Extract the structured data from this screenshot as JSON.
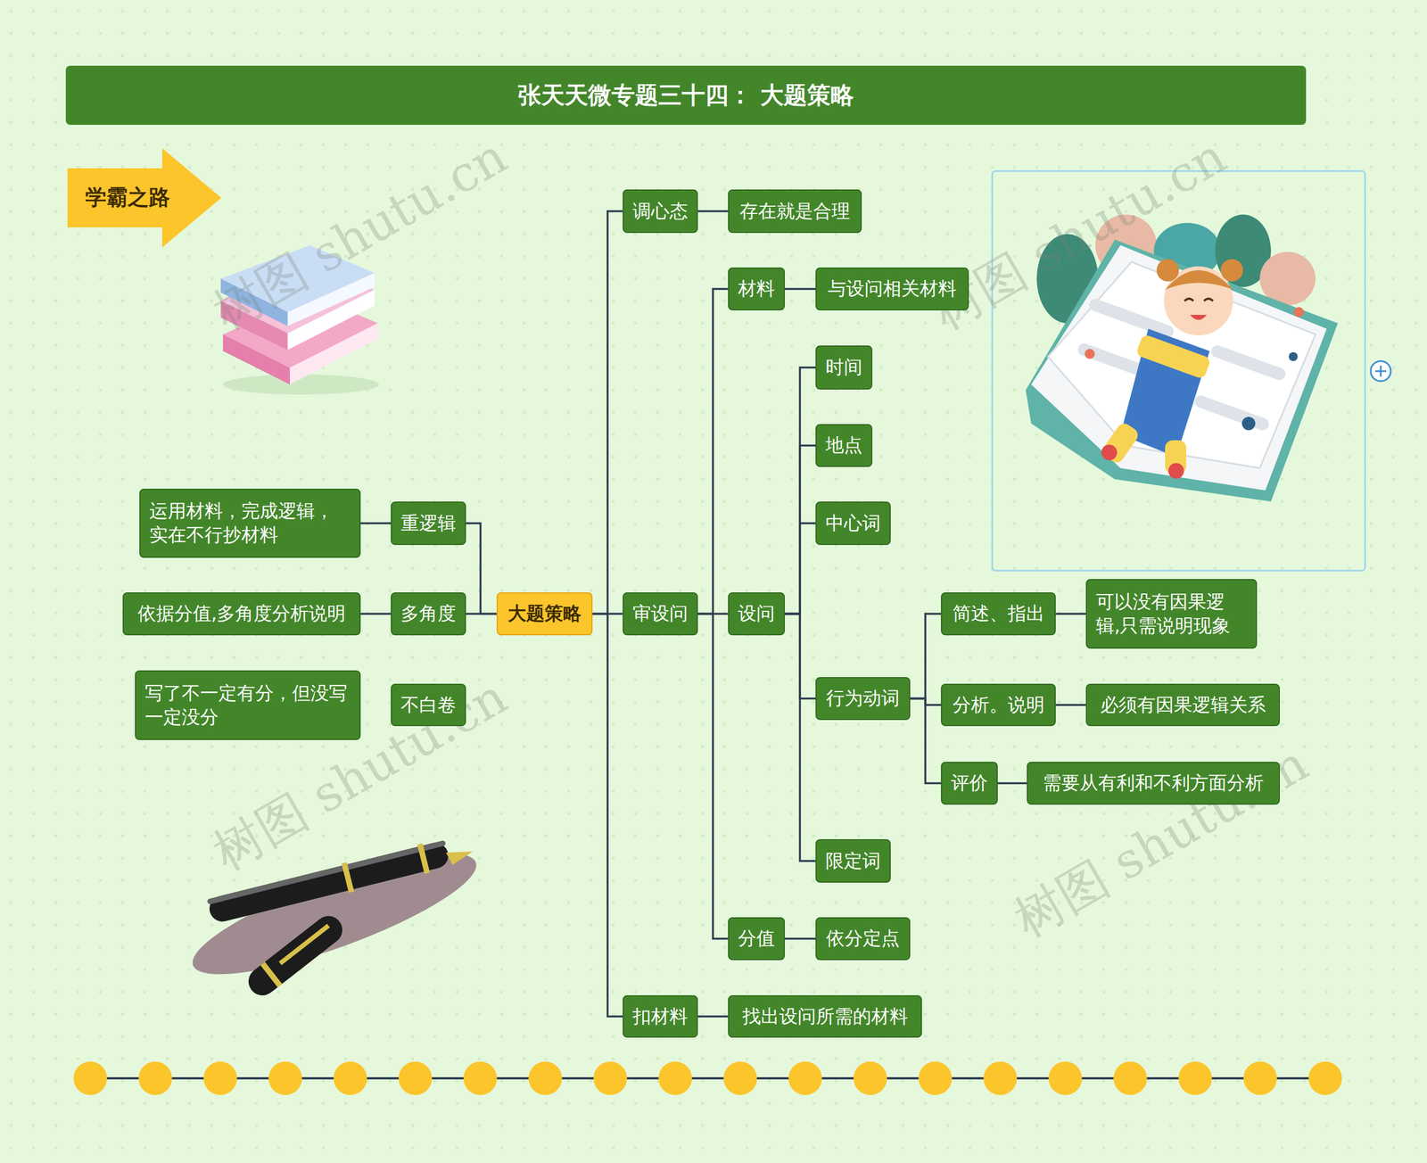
{
  "diagram": {
    "title": "张天天微专题三十四： 大题策略",
    "nodes": [
      {
        "text": [
          "学霸之路"
        ]
      },
      {
        "text": [
          "大题策略"
        ]
      },
      {
        "text": [
          "调心态"
        ]
      },
      {
        "text": [
          "存在就是合理"
        ]
      },
      {
        "text": [
          "审设问"
        ]
      },
      {
        "text": [
          "材料"
        ]
      },
      {
        "text": [
          "与设问相关材料"
        ]
      },
      {
        "text": [
          "设问"
        ]
      },
      {
        "text": [
          "时间"
        ]
      },
      {
        "text": [
          "地点"
        ]
      },
      {
        "text": [
          "中心词"
        ]
      },
      {
        "text": [
          "行为动词"
        ]
      },
      {
        "text": [
          "简述、指出"
        ]
      },
      {
        "text": [
          "可以没有因果逻辑,只需说明现象"
        ]
      },
      {
        "text": [
          "分析。说明"
        ]
      },
      {
        "text": [
          "必须有因果逻辑关系"
        ]
      },
      {
        "text": [
          "评价"
        ]
      },
      {
        "text": [
          "需要从有利和不利方面分析"
        ]
      },
      {
        "text": [
          "限定词"
        ]
      },
      {
        "text": [
          "分值"
        ]
      },
      {
        "text": [
          "依分定点"
        ]
      },
      {
        "text": [
          "扣材料"
        ]
      },
      {
        "text": [
          "找出设问所需的材料"
        ]
      },
      {
        "text": [
          "重逻辑"
        ]
      },
      {
        "text": [
          "运用材料，完成逻辑，实在不行抄材料"
        ]
      },
      {
        "text": [
          "多角度"
        ]
      },
      {
        "text": [
          "依据分值,多角度分析说明"
        ]
      },
      {
        "text": [
          "不白卷"
        ]
      },
      {
        "text": [
          "写了不一定有分，但没写一定没分"
        ]
      }
    ],
    "edges": [
      {
        "from": 1,
        "to": 2,
        "arrow": "none"
      },
      {
        "from": 2,
        "to": 3,
        "arrow": "none"
      },
      {
        "from": 1,
        "to": 4,
        "arrow": "none"
      },
      {
        "from": 4,
        "to": 5,
        "arrow": "none"
      },
      {
        "from": 5,
        "to": 6,
        "arrow": "none"
      },
      {
        "from": 4,
        "to": 7,
        "arrow": "none"
      },
      {
        "from": 7,
        "to": 8,
        "arrow": "none"
      },
      {
        "from": 7,
        "to": 9,
        "arrow": "none"
      },
      {
        "from": 7,
        "to": 10,
        "arrow": "none"
      },
      {
        "from": 7,
        "to": 11,
        "arrow": "none"
      },
      {
        "from": 11,
        "to": 12,
        "arrow": "none"
      },
      {
        "from": 12,
        "to": 13,
        "arrow": "none"
      },
      {
        "from": 11,
        "to": 14,
        "arrow": "none"
      },
      {
        "from": 14,
        "to": 15,
        "arrow": "none"
      },
      {
        "from": 11,
        "to": 16,
        "arrow": "none"
      },
      {
        "from": 16,
        "to": 17,
        "arrow": "none"
      },
      {
        "from": 7,
        "to": 18,
        "arrow": "none"
      },
      {
        "from": 4,
        "to": 19,
        "arrow": "none"
      },
      {
        "from": 19,
        "to": 20,
        "arrow": "none"
      },
      {
        "from": 1,
        "to": 21,
        "arrow": "none"
      },
      {
        "from": 21,
        "to": 22,
        "arrow": "none"
      },
      {
        "from": 1,
        "to": 23,
        "arrow": "none"
      },
      {
        "from": 23,
        "to": 24,
        "arrow": "none"
      },
      {
        "from": 1,
        "to": 25,
        "arrow": "none"
      },
      {
        "from": 25,
        "to": 26,
        "arrow": "none"
      }
    ],
    "labels": [
      "树图 shutu.cn",
      "树图 shutu.cn",
      "树图 shutu.cn",
      "树图 shutu.cn"
    ]
  }
}
